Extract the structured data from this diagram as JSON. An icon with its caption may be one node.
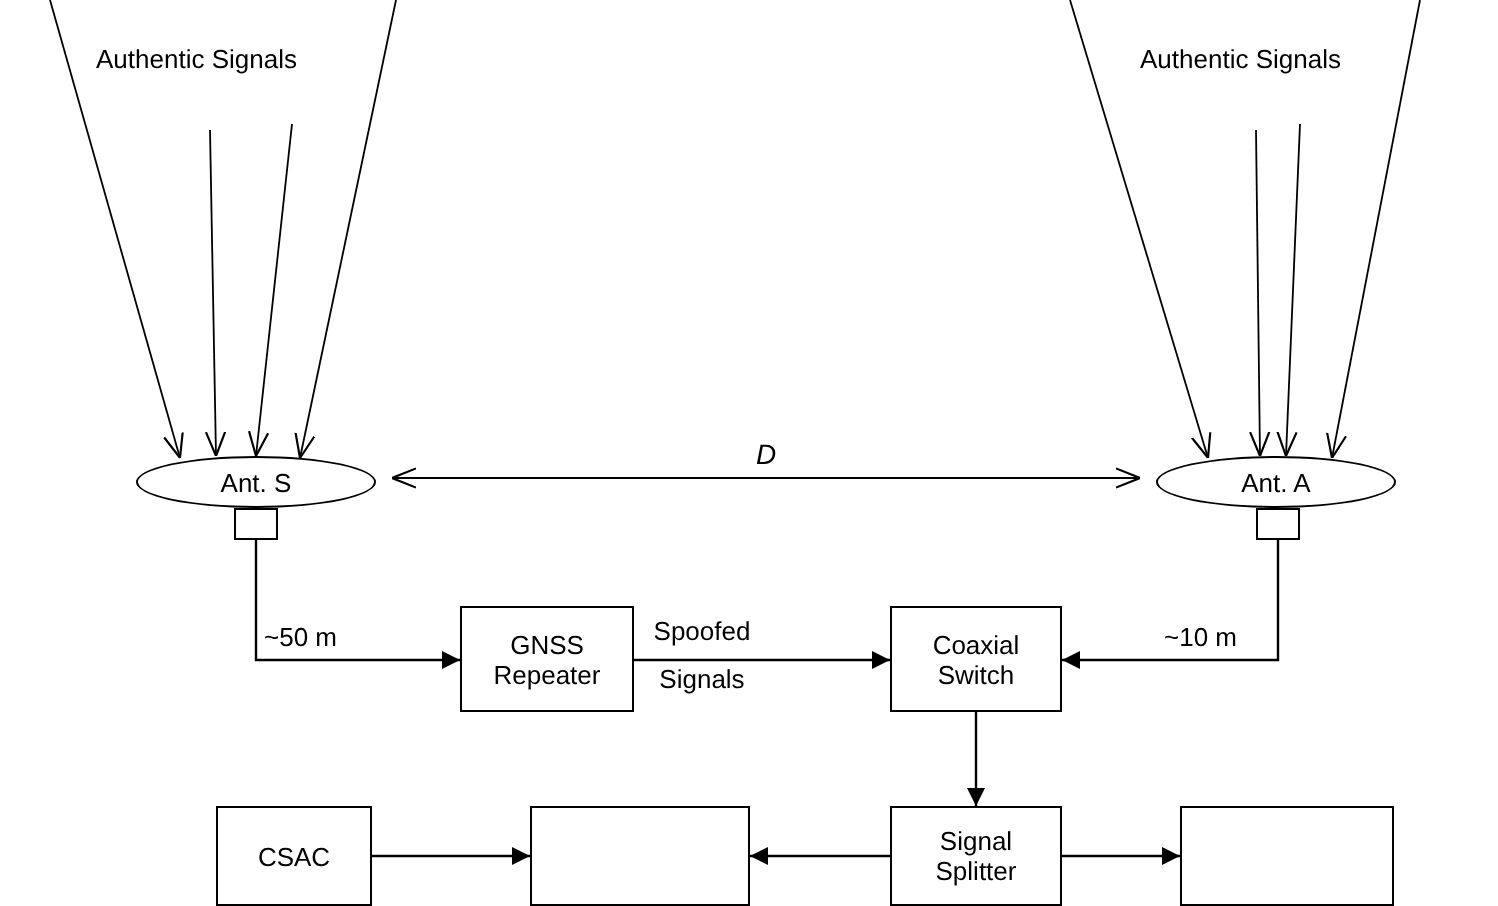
{
  "diagram": {
    "nodes": [
      {
        "text": [
          "Ant. S"
        ]
      },
      {
        "text": [
          "Ant. A"
        ]
      },
      {
        "text": [],
        "shape": "box"
      },
      {
        "text": [],
        "shape": "box"
      },
      {
        "text": [
          "GNSS Repeater"
        ]
      },
      {
        "text": [
          "Coaxial Switch"
        ]
      },
      {
        "text": [
          "CSAC"
        ]
      },
      {
        "text": [],
        "shape": "box"
      },
      {
        "text": [
          "Signal Splitter"
        ]
      },
      {
        "text": [],
        "shape": "box"
      }
    ],
    "edges": [
      {
        "from": null,
        "to": 0,
        "arrow": "to"
      },
      {
        "from": null,
        "to": 0,
        "arrow": "to"
      },
      {
        "from": null,
        "to": 0,
        "arrow": "to"
      },
      {
        "from": null,
        "to": 0,
        "arrow": "to"
      },
      {
        "from": null,
        "to": 1,
        "arrow": "to"
      },
      {
        "from": null,
        "to": 1,
        "arrow": "to"
      },
      {
        "from": null,
        "to": 1,
        "arrow": "to"
      },
      {
        "from": null,
        "to": 1,
        "arrow": "to"
      },
      {
        "from": 2,
        "to": 4,
        "arrow": "to",
        "label": "~50 m"
      },
      {
        "from": 3,
        "to": 5,
        "arrow": "to",
        "label": "~10 m"
      },
      {
        "from": 4,
        "to": 5,
        "arrow": "to",
        "label": "Spoofed Signals"
      },
      {
        "from": 5,
        "to": 8,
        "arrow": "to"
      },
      {
        "from": 8,
        "to": 7,
        "arrow": "to"
      },
      {
        "from": 8,
        "to": 9,
        "arrow": "to"
      },
      {
        "from": 6,
        "to": 7,
        "arrow": "to"
      },
      {
        "from": 0,
        "to": 1,
        "arrow": "both",
        "label": "D"
      }
    ],
    "labels": [
      "Authentic Signals",
      "Authentic Signals"
    ]
  }
}
